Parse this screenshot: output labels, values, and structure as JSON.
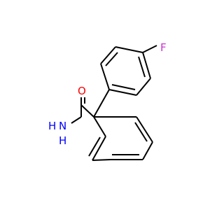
{
  "molecule": {
    "atoms": [
      {
        "id": "F",
        "label": "F",
        "color": "#cc33cc"
      },
      {
        "id": "O",
        "label": "O",
        "color": "#ff0000"
      },
      {
        "id": "N",
        "label": "N",
        "color": "#0000ff"
      },
      {
        "id": "H1",
        "label": "H",
        "color": "#0000ff"
      },
      {
        "id": "H2",
        "label": "H",
        "color": "#0000ff"
      }
    ],
    "bond_color": "#000000"
  }
}
